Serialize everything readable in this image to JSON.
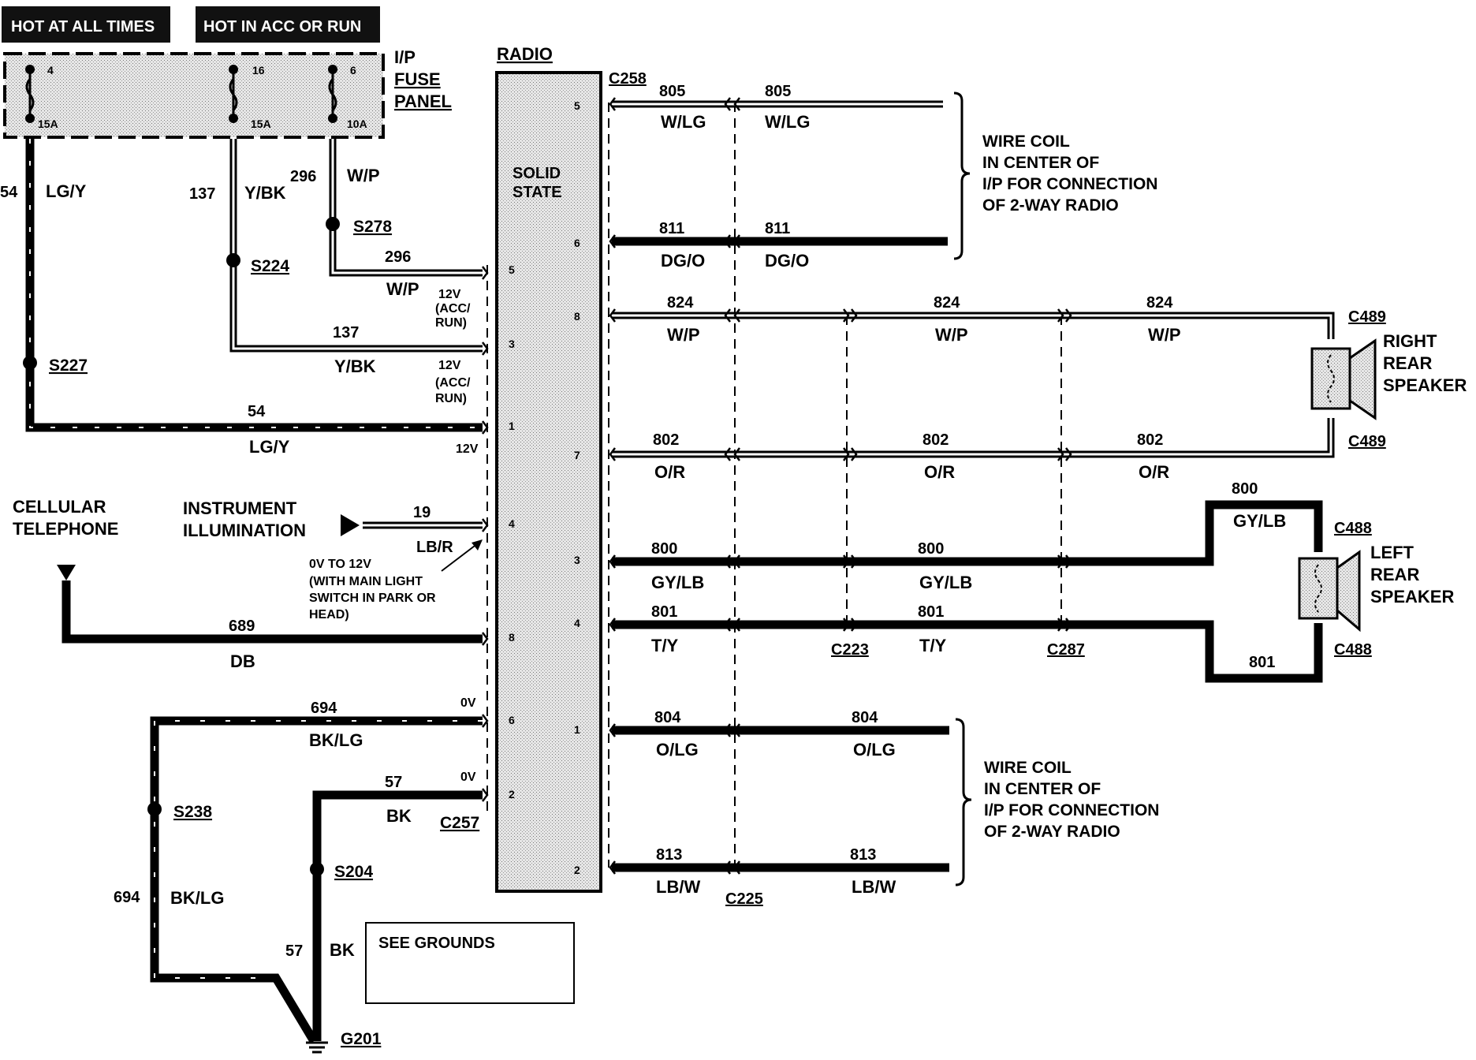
{
  "header": {
    "hot_at_all_times": "HOT AT ALL TIMES",
    "hot_in_acc_or_run": "HOT IN ACC OR RUN"
  },
  "fuse_panel": {
    "label_line1": "I/P",
    "label_line2": "FUSE",
    "label_line3": "PANEL",
    "fuses": [
      {
        "number": "4",
        "rating": "15A"
      },
      {
        "number": "16",
        "rating": "15A"
      },
      {
        "number": "6",
        "rating": "10A"
      }
    ]
  },
  "radio": {
    "title": "RADIO",
    "state_line1": "SOLID",
    "state_line2": "STATE",
    "left_pins": [
      "5",
      "3",
      "1",
      "4",
      "8",
      "6",
      "2"
    ],
    "right_pins": [
      "5",
      "6",
      "8",
      "7",
      "3",
      "4",
      "1",
      "2"
    ]
  },
  "left_wires": {
    "w54": {
      "circuit": "54",
      "color": "LG/Y",
      "splice": "S227"
    },
    "w137": {
      "circuit": "137",
      "color": "Y/BK",
      "splice": "S224"
    },
    "w296": {
      "circuit": "296",
      "color": "W/P",
      "splice": "S278"
    },
    "pin_notes": {
      "pin5_volt": "12V",
      "pin5_mode1": "(ACC/",
      "pin5_mode2": "RUN)",
      "pin3_volt": "12V",
      "pin3_mode1": "(ACC/",
      "pin3_mode2": "RUN)",
      "pin1_volt": "12V",
      "pin6_volt": "0V",
      "pin2_volt": "0V"
    },
    "illumination": {
      "label1": "INSTRUMENT",
      "label2": "ILLUMINATION",
      "circuit": "19",
      "color": "LB/R",
      "note1": "0V TO 12V",
      "note2": "(WITH MAIN LIGHT",
      "note3": "SWITCH IN PARK OR",
      "note4": "HEAD)"
    },
    "cellular": {
      "label1": "CELLULAR",
      "label2": "TELEPHONE",
      "circuit": "689",
      "color": "DB"
    },
    "w694": {
      "circuit": "694",
      "color": "BK/LG",
      "splice": "S238"
    },
    "w57": {
      "circuit": "57",
      "color": "BK",
      "splice": "S204"
    },
    "connector_c257": "C257",
    "ground": "G201",
    "see_grounds": "SEE GROUNDS"
  },
  "right_wires": {
    "c258": "C258",
    "c223": "C223",
    "c287": "C287",
    "c225": "C225",
    "w805": {
      "circuit": "805",
      "color": "W/LG"
    },
    "w811": {
      "circuit": "811",
      "color": "DG/O"
    },
    "w824": {
      "circuit": "824",
      "color": "W/P"
    },
    "w802": {
      "circuit": "802",
      "color": "O/R"
    },
    "w800": {
      "circuit": "800",
      "color": "GY/LB"
    },
    "w801": {
      "circuit": "801",
      "color": "T/Y"
    },
    "w804": {
      "circuit": "804",
      "color": "O/LG"
    },
    "w813": {
      "circuit": "813",
      "color": "LB/W"
    },
    "coil_top": [
      "WIRE COIL",
      "IN CENTER OF",
      "I/P FOR CONNECTION",
      "OF 2-WAY RADIO"
    ],
    "coil_bottom": [
      "WIRE COIL",
      "IN CENTER OF",
      "I/P FOR CONNECTION",
      "OF 2-WAY RADIO"
    ],
    "right_speaker": {
      "connector": "C489",
      "line1": "RIGHT",
      "line2": "REAR",
      "line3": "SPEAKER"
    },
    "left_speaker": {
      "connector": "C488",
      "line1": "LEFT",
      "line2": "REAR",
      "line3": "SPEAKER"
    }
  }
}
